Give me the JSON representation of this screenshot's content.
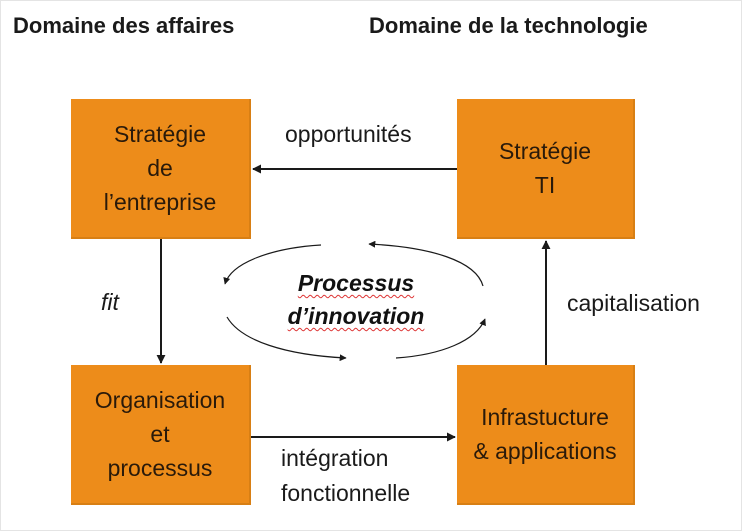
{
  "headers": {
    "left": "Domaine des affaires",
    "right": "Domaine de la technologie"
  },
  "boxes": {
    "top_left": [
      "Stratégie",
      "de",
      "l’entreprise"
    ],
    "top_right": [
      "Stratégie",
      "TI"
    ],
    "bottom_left": [
      "Organisation",
      "et",
      "processus"
    ],
    "bottom_right": [
      "Infrastucture",
      "& applications"
    ]
  },
  "edges": {
    "top": "opportunités",
    "left": "fit",
    "right": "capitalisation",
    "bottom": [
      "intégration",
      "fonctionnelle"
    ]
  },
  "center": [
    "Processus",
    "d’innovation"
  ],
  "colors": {
    "box_fill": "#ed8c1a",
    "arrow": "#1a1a1a"
  }
}
